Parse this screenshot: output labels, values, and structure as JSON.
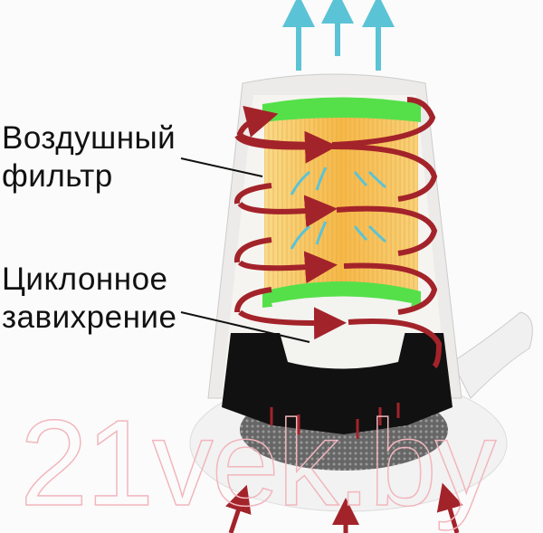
{
  "labels": {
    "air_filter": [
      "Воздушный",
      "фильтр"
    ],
    "cyclone": [
      "Циклонное",
      "завихрение"
    ]
  },
  "watermark": "21vek.by",
  "colors": {
    "airflow_out": "#5bc3d6",
    "airflow_in": "#a3232a",
    "filter": "#f5c566",
    "filter_rim": "#55e04a",
    "watermark": "#f2b6bd"
  }
}
